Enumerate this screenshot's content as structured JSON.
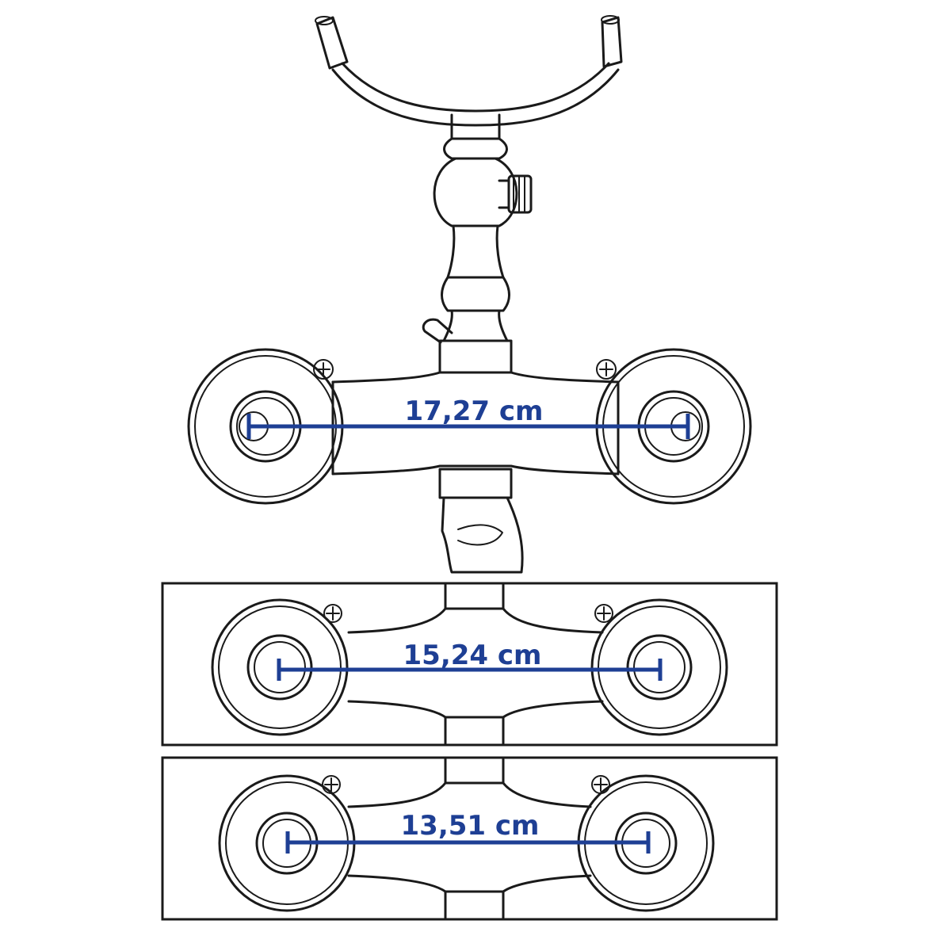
{
  "colors": {
    "ink": "#1a1a1a",
    "dimension": "#1e3f94",
    "background": "#ffffff"
  },
  "measurements": [
    {
      "id": "top",
      "label": "17,27 cm"
    },
    {
      "id": "middle",
      "label": "15,24 cm"
    },
    {
      "id": "bottom",
      "label": "13,51 cm"
    }
  ]
}
